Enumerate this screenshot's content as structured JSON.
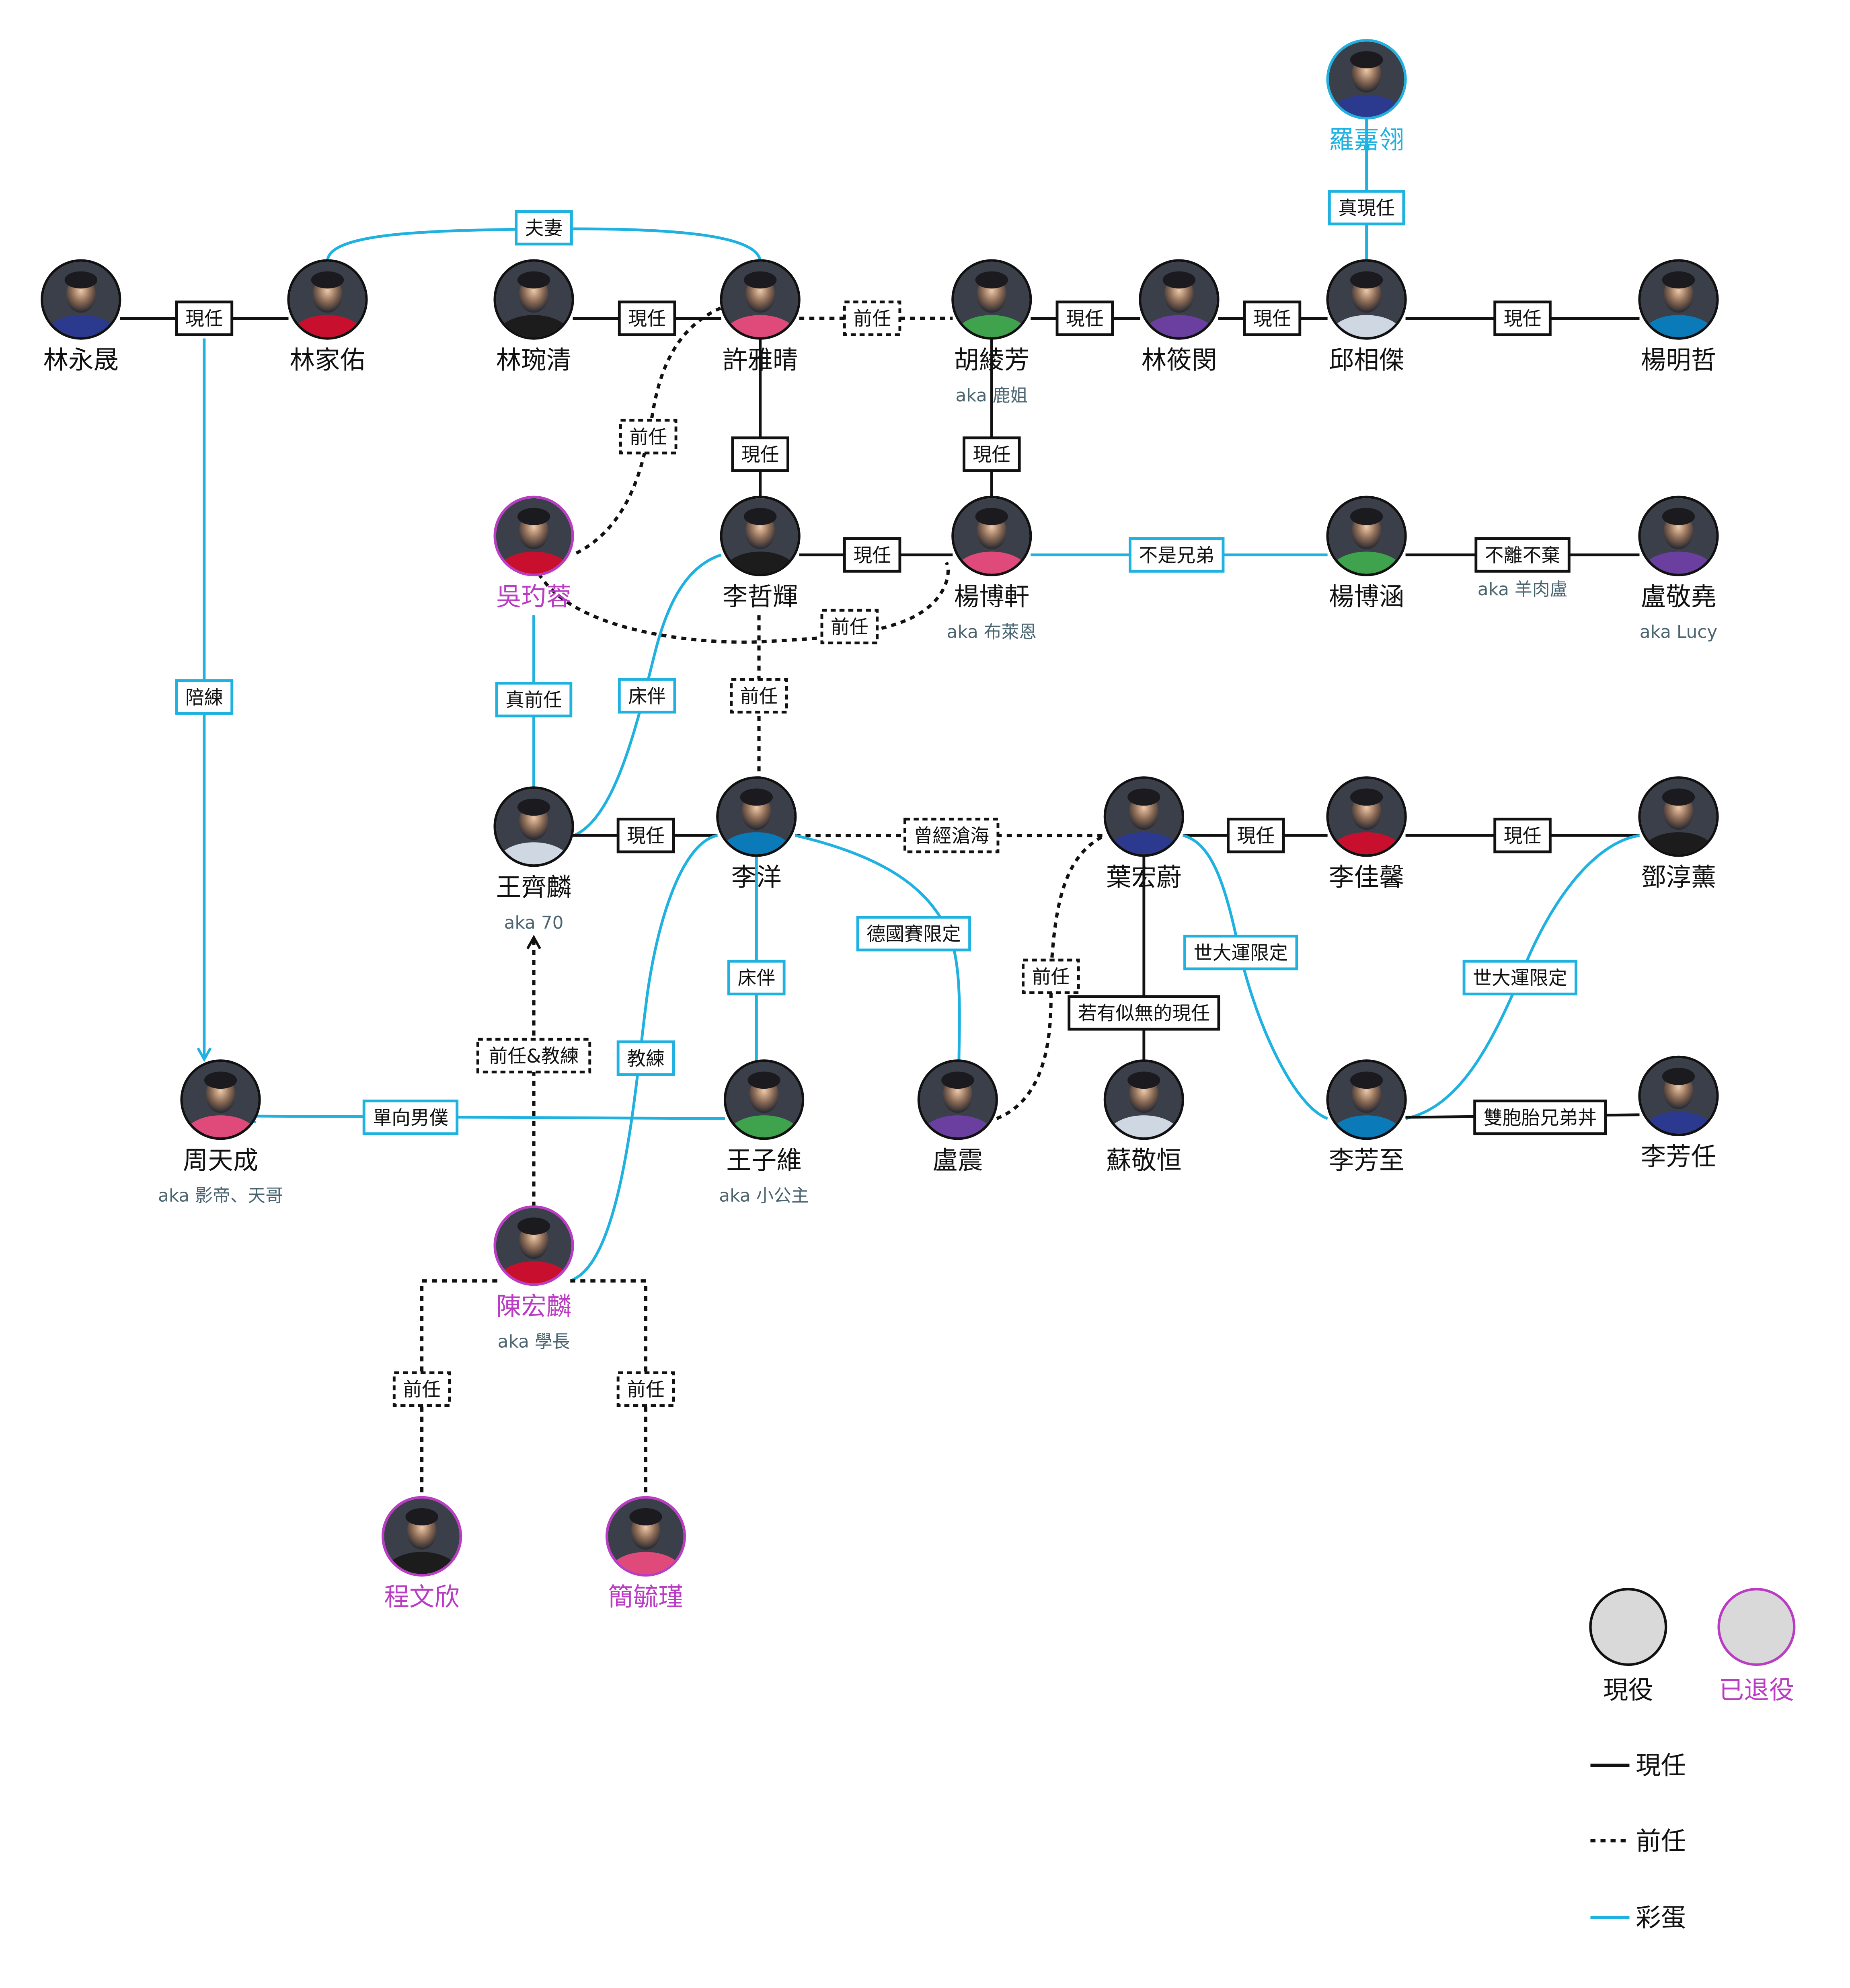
{
  "colors": {
    "active_ring": "#111111",
    "retired_ring": "#bb3cc4",
    "egg": "#1fb1e0",
    "current": "#111111",
    "aka": "#4a6470",
    "name_default": "#111111",
    "name_retired": "#bb3cc4",
    "name_egg": "#1fb1e0",
    "legend_fill": "#d9d9d9"
  },
  "people": [
    {
      "id": "p_lyc",
      "name": "林永晟",
      "icon": "avatar-photo",
      "ring": "active"
    },
    {
      "id": "p_ljy",
      "name": "林家佑",
      "icon": "avatar-photo",
      "ring": "active"
    },
    {
      "id": "p_lwq",
      "name": "林琬清",
      "icon": "avatar-photo",
      "ring": "active"
    },
    {
      "id": "p_xyq",
      "name": "許雅晴",
      "icon": "avatar-photo",
      "ring": "active"
    },
    {
      "id": "p_hlf",
      "name": "胡綾芳",
      "aka": "aka 鹿姐",
      "icon": "avatar-photo",
      "ring": "active"
    },
    {
      "id": "p_lxm",
      "name": "林筱閔",
      "icon": "avatar-photo",
      "ring": "active"
    },
    {
      "id": "p_qxj",
      "name": "邱相傑",
      "icon": "avatar-photo",
      "ring": "active"
    },
    {
      "id": "p_ymz",
      "name": "楊明哲",
      "icon": "avatar-photo",
      "ring": "active"
    },
    {
      "id": "p_ljl",
      "name": "羅嘉翎",
      "icon": "avatar-photo",
      "ring": "egg",
      "name_color": "egg"
    },
    {
      "id": "p_wjr",
      "name": "吳玓蓉",
      "icon": "avatar-photo",
      "ring": "retired",
      "name_color": "retired"
    },
    {
      "id": "p_lzh",
      "name": "李哲輝",
      "icon": "avatar-photo",
      "ring": "active"
    },
    {
      "id": "p_ybx",
      "name": "楊博軒",
      "aka": "aka 布萊恩",
      "icon": "avatar-photo",
      "ring": "active"
    },
    {
      "id": "p_ybh",
      "name": "楊博涵",
      "icon": "avatar-photo",
      "ring": "active"
    },
    {
      "id": "p_ljy2",
      "name": "盧敬堯",
      "aka": "aka Lucy",
      "icon": "avatar-photo",
      "ring": "active"
    },
    {
      "id": "p_wql",
      "name": "王齊麟",
      "aka": "aka 70",
      "icon": "avatar-photo",
      "ring": "active"
    },
    {
      "id": "p_ly",
      "name": "李洋",
      "icon": "avatar-photo",
      "ring": "active"
    },
    {
      "id": "p_yhw",
      "name": "葉宏蔚",
      "icon": "avatar-photo",
      "ring": "active"
    },
    {
      "id": "p_ljx",
      "name": "李佳馨",
      "icon": "avatar-photo",
      "ring": "active"
    },
    {
      "id": "p_dcx",
      "name": "鄧淳薰",
      "icon": "avatar-photo",
      "ring": "active"
    },
    {
      "id": "p_ztc",
      "name": "周天成",
      "aka": "aka 影帝、天哥",
      "icon": "avatar-photo",
      "ring": "active"
    },
    {
      "id": "p_wzw",
      "name": "王子維",
      "aka": "aka 小公主",
      "icon": "avatar-photo",
      "ring": "active"
    },
    {
      "id": "p_lz",
      "name": "盧震",
      "icon": "avatar-photo",
      "ring": "active"
    },
    {
      "id": "p_sjh",
      "name": "蘇敬恒",
      "icon": "avatar-photo",
      "ring": "active"
    },
    {
      "id": "p_lfz",
      "name": "李芳至",
      "icon": "avatar-photo",
      "ring": "active"
    },
    {
      "id": "p_lfr",
      "name": "李芳任",
      "icon": "avatar-photo",
      "ring": "active"
    },
    {
      "id": "p_chl",
      "name": "陳宏麟",
      "aka": "aka 學長",
      "icon": "avatar-photo",
      "ring": "retired",
      "name_color": "retired"
    },
    {
      "id": "p_cwx",
      "name": "程文欣",
      "icon": "avatar-photo",
      "ring": "retired",
      "name_color": "retired"
    },
    {
      "id": "p_jyj",
      "name": "簡毓瑾",
      "icon": "avatar-photo",
      "ring": "retired",
      "name_color": "retired"
    }
  ],
  "relations": [
    {
      "id": "r1",
      "from": "林永晟",
      "to": "林家佑",
      "label": "現任",
      "style": "current"
    },
    {
      "id": "r2",
      "from": "林家佑",
      "to": "許雅晴",
      "label": "夫妻",
      "style": "egg"
    },
    {
      "id": "r3",
      "from": "林琬清",
      "to": "許雅晴",
      "label": "現任",
      "style": "current"
    },
    {
      "id": "r4",
      "from": "許雅晴",
      "to": "胡綾芳",
      "label": "前任",
      "style": "former"
    },
    {
      "id": "r5",
      "from": "胡綾芳",
      "to": "林筱閔",
      "label": "現任",
      "style": "current"
    },
    {
      "id": "r6",
      "from": "林筱閔",
      "to": "邱相傑",
      "label": "現任",
      "style": "current"
    },
    {
      "id": "r7",
      "from": "邱相傑",
      "to": "楊明哲",
      "label": "現任",
      "style": "current"
    },
    {
      "id": "r8",
      "from": "羅嘉翎",
      "to": "邱相傑",
      "label": "真現任",
      "style": "egg"
    },
    {
      "id": "r9",
      "from": "許雅晴",
      "to": "吳玓蓉",
      "label": "前任",
      "style": "former"
    },
    {
      "id": "r10",
      "from": "許雅晴",
      "to": "李哲輝",
      "label": "現任",
      "style": "current"
    },
    {
      "id": "r11",
      "from": "胡綾芳",
      "to": "楊博軒",
      "label": "現任",
      "style": "current"
    },
    {
      "id": "r12",
      "from": "李哲輝",
      "to": "楊博軒",
      "label": "現任",
      "style": "current"
    },
    {
      "id": "r13",
      "from": "楊博軒",
      "to": "楊博涵",
      "label": "不是兄弟",
      "style": "egg"
    },
    {
      "id": "r14",
      "from": "楊博涵",
      "to": "盧敬堯",
      "label": "不離不棄",
      "aka": "aka 羊肉盧",
      "style": "current"
    },
    {
      "id": "r15",
      "from": "吳玓蓉",
      "to": "楊博軒",
      "label": "前任",
      "style": "former"
    },
    {
      "id": "r16",
      "from": "吳玓蓉",
      "to": "王齊麟",
      "label": "真前任",
      "style": "egg"
    },
    {
      "id": "r17",
      "from": "李哲輝",
      "to": "王齊麟",
      "label": "床伴",
      "style": "egg"
    },
    {
      "id": "r18",
      "from": "李哲輝",
      "to": "李洋",
      "label": "前任",
      "style": "former"
    },
    {
      "id": "r19",
      "from": "王齊麟",
      "to": "李洋",
      "label": "現任",
      "style": "current"
    },
    {
      "id": "r20",
      "from": "李洋",
      "to": "葉宏蔚",
      "label": "曾經滄海",
      "style": "former"
    },
    {
      "id": "r21",
      "from": "葉宏蔚",
      "to": "李佳馨",
      "label": "現任",
      "style": "current"
    },
    {
      "id": "r22",
      "from": "李佳馨",
      "to": "鄧淳薰",
      "label": "現任",
      "style": "current"
    },
    {
      "id": "r23",
      "from": "林永晟",
      "to": "周天成",
      "label": "陪練",
      "style": "egg"
    },
    {
      "id": "r24",
      "from": "李洋",
      "to": "盧震",
      "label": "德國賽限定",
      "style": "egg"
    },
    {
      "id": "r25",
      "from": "李洋",
      "to": "王子維",
      "label": "床伴",
      "style": "egg"
    },
    {
      "id": "r26",
      "from": "李洋",
      "to": "陳宏麟",
      "label": "教練",
      "style": "egg"
    },
    {
      "id": "r27",
      "from": "盧震",
      "to": "葉宏蔚",
      "label": "前任",
      "style": "former"
    },
    {
      "id": "r28",
      "from": "葉宏蔚",
      "to": "蘇敬恒",
      "label": "若有似無的現任",
      "style": "current"
    },
    {
      "id": "r29",
      "from": "葉宏蔚",
      "to": "李芳至",
      "label": "世大運限定",
      "style": "egg"
    },
    {
      "id": "r30",
      "from": "李芳至",
      "to": "鄧淳薰",
      "label": "世大運限定",
      "style": "egg"
    },
    {
      "id": "r31",
      "from": "李芳至",
      "to": "李芳任",
      "label": "雙胞胎兄弟丼",
      "style": "current"
    },
    {
      "id": "r32",
      "from": "王子維",
      "to": "周天成",
      "label": "單向男僕",
      "style": "egg"
    },
    {
      "id": "r33",
      "from": "陳宏麟",
      "to": "王齊麟",
      "label": "前任&教練",
      "style": "former"
    },
    {
      "id": "r34",
      "from": "陳宏麟",
      "to": "程文欣",
      "label": "前任",
      "style": "former"
    },
    {
      "id": "r35",
      "from": "陳宏麟",
      "to": "簡毓瑾",
      "label": "前任",
      "style": "former"
    }
  ],
  "legend": {
    "active_label": "現役",
    "retired_label": "已退役",
    "current_label": "現任",
    "former_label": "前任",
    "egg_label": "彩蛋"
  }
}
